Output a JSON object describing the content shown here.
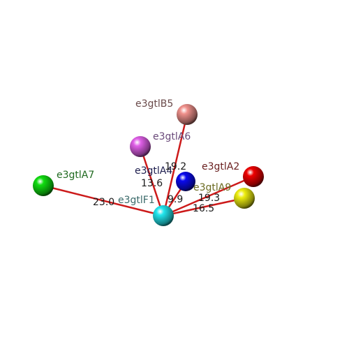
{
  "diagram": {
    "center_id": "F1",
    "nodes": [
      {
        "id": "F1",
        "label": "e3gtlF1",
        "color": "#22e6ee",
        "label_color": "#3a6a6a"
      },
      {
        "id": "B5",
        "label": "e3gtlB5",
        "color": "#f0918c",
        "label_color": "#6a4a4a"
      },
      {
        "id": "A6",
        "label": "e3gtlA6",
        "color": "#e060e8",
        "label_color": "#6a4a7a"
      },
      {
        "id": "A4",
        "label": "e3gtlA4",
        "color": "#0a0aee",
        "label_color": "#202050"
      },
      {
        "id": "A2",
        "label": "e3gtlA2",
        "color": "#ee0000",
        "label_color": "#6a2020"
      },
      {
        "id": "A9",
        "label": "e3gtlA9",
        "color": "#eeee10",
        "label_color": "#6a6a20"
      },
      {
        "id": "A7",
        "label": "e3gtlA7",
        "color": "#10dd10",
        "label_color": "#206a20"
      }
    ],
    "edges": [
      {
        "to": "A7",
        "distance": "23.0"
      },
      {
        "to": "A6",
        "distance": "13.6"
      },
      {
        "to": "B5",
        "distance": "19.2"
      },
      {
        "to": "A4",
        "distance": "9.9"
      },
      {
        "to": "A2",
        "distance": "19.3"
      },
      {
        "to": "A9",
        "distance": "16.5"
      }
    ],
    "edge_color": "#cc1a1a"
  }
}
